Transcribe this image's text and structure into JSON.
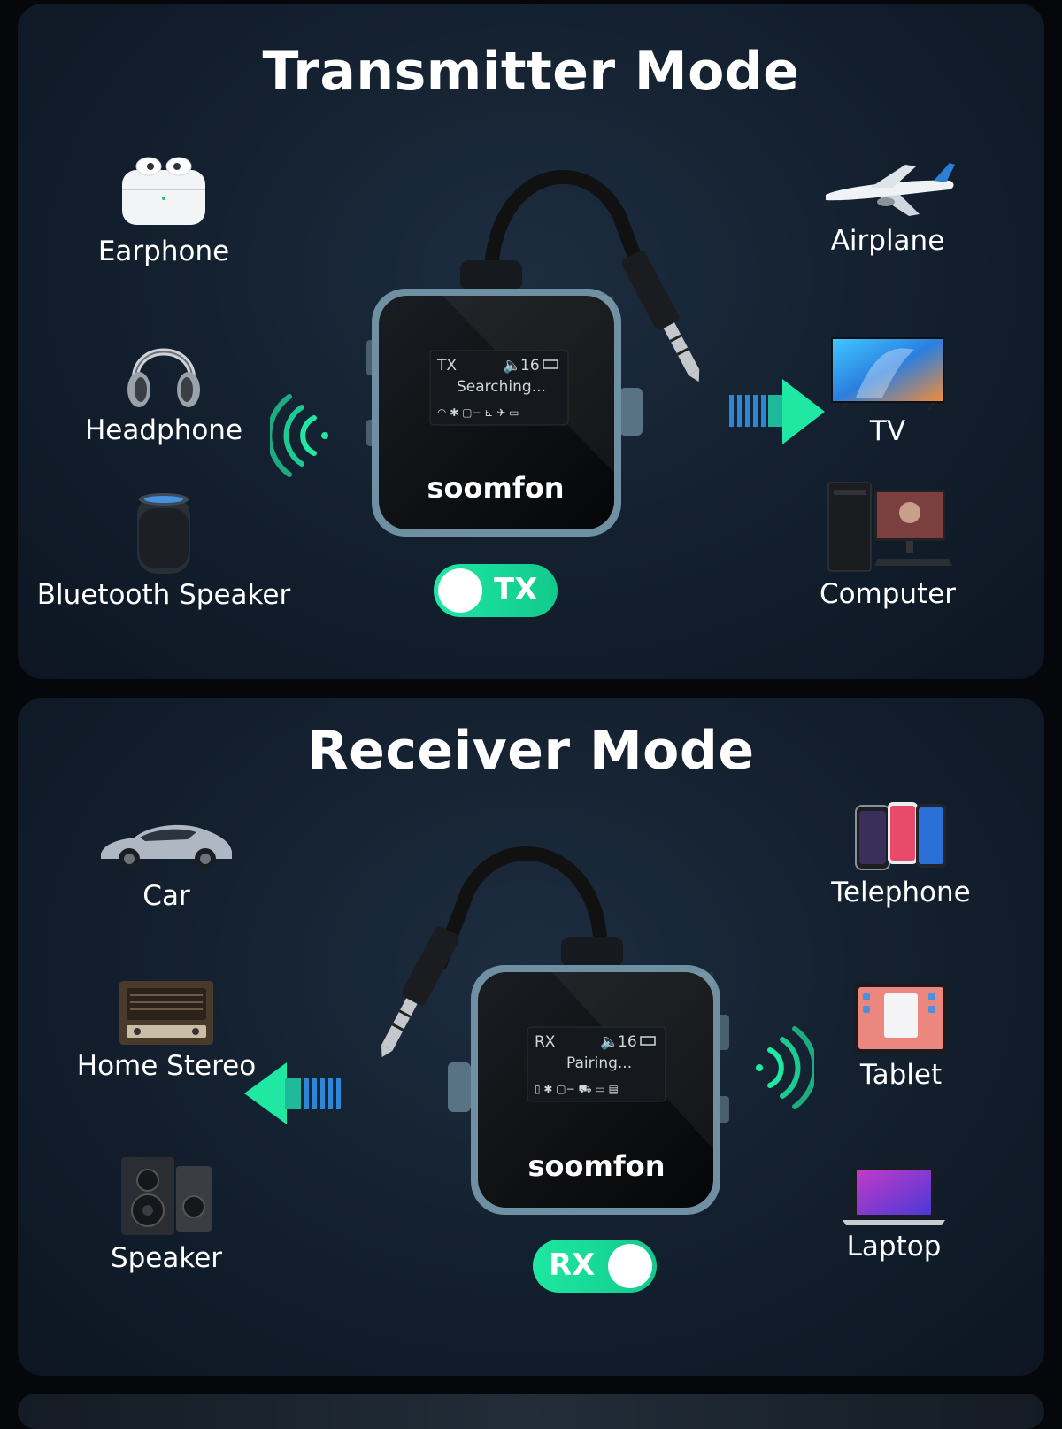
{
  "transmitter": {
    "title": "Transmitter Mode",
    "toggle_label": "TX",
    "left_devices": [
      "Earphone",
      "Headphone",
      "Bluetooth Speaker"
    ],
    "right_devices": [
      "Airplane",
      "TV",
      "Computer"
    ],
    "screen": {
      "mode": "TX",
      "volume": "16",
      "status": "Searching..."
    },
    "brand": "soomfon"
  },
  "receiver": {
    "title": "Receiver Mode",
    "toggle_label": "RX",
    "left_devices": [
      "Car",
      "Home Stereo",
      "Speaker"
    ],
    "right_devices": [
      "Telephone",
      "Tablet",
      "Laptop"
    ],
    "screen": {
      "mode": "RX",
      "volume": "16",
      "status": "Pairing..."
    },
    "brand": "soomfon"
  },
  "colors": {
    "accent": "#1ee8a2",
    "panel": "#142130",
    "background": "#05070b"
  }
}
